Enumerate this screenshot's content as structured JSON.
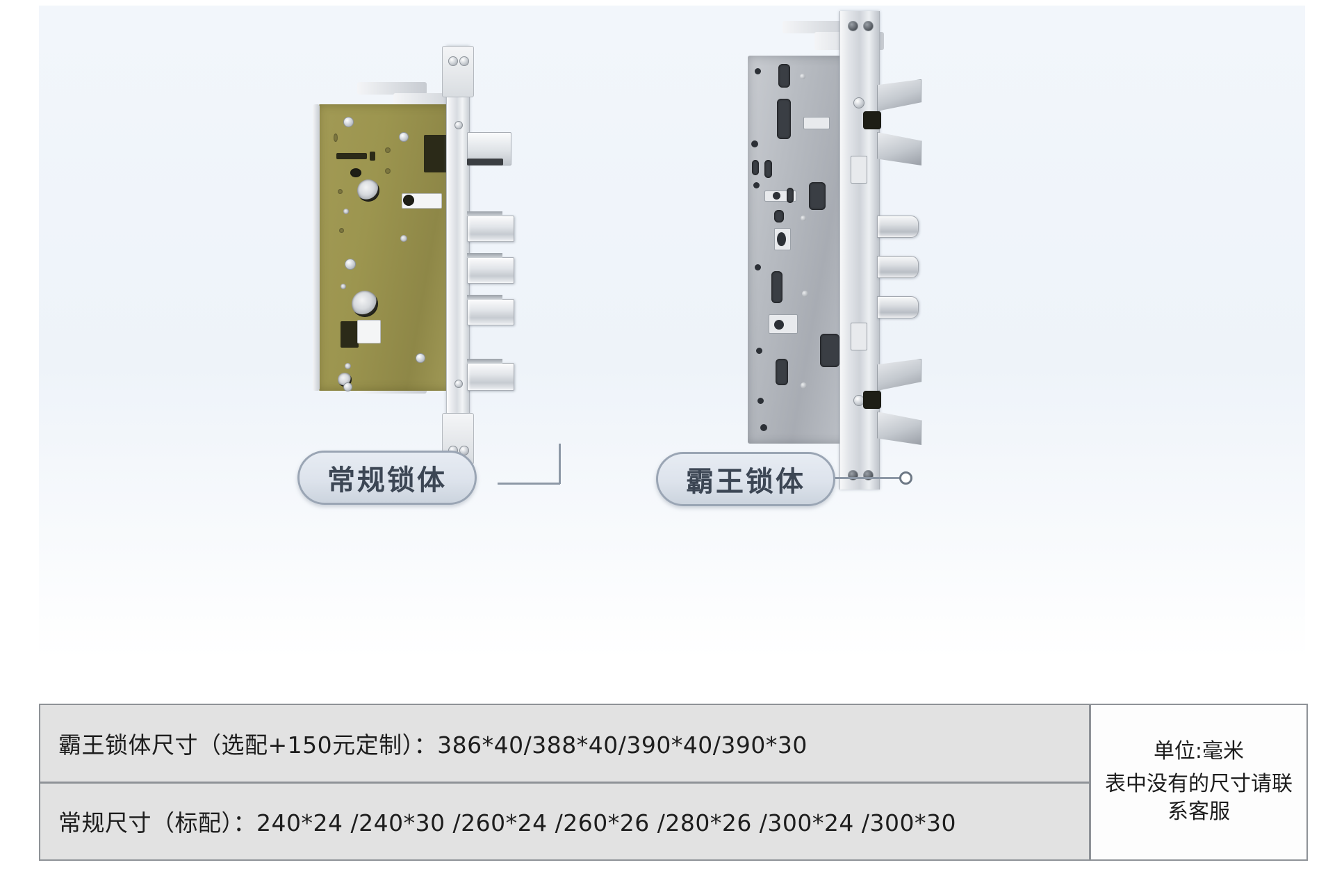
{
  "photo": {
    "background_color": "#eef3f9",
    "locks": [
      {
        "id": "regular",
        "label": "常规锁体",
        "body_color": "#9c954f",
        "faceplate_color": "#dcdfe4",
        "bolt_type": "square",
        "bolt_count": 4
      },
      {
        "id": "overlord",
        "label": "霸王锁体",
        "body_color": "#b8bcc2",
        "faceplate_color": "#cfd3d9",
        "bolt_type": "round",
        "bolt_count": 3
      }
    ]
  },
  "callouts": {
    "left": "常规锁体",
    "right": "霸王锁体"
  },
  "spec_table": {
    "rows": [
      "霸王锁体尺寸（选配+150元定制）：386*40/388*40/390*40/390*30",
      "常规尺寸（标配）：240*24 /240*30 /260*24 /260*26 /280*26 /300*24 /300*30"
    ],
    "unit_label": "单位:毫米",
    "note": "表中没有的尺寸请联系客服"
  }
}
